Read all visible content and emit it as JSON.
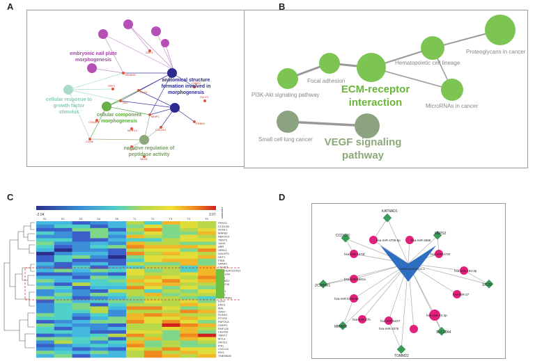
{
  "panel_labels": {
    "a": "A",
    "b": "B",
    "c": "C",
    "d": "D"
  },
  "panel_a": {
    "clusters": {
      "nail": "embryonic nail plate morphogenesis",
      "anat": "anatomical structure formation involved in morphogenesis",
      "resp": "cellular response to growth factor stimulus",
      "comp": "cellular component morphogenesis",
      "neg": "negative regulation of peptidase activity"
    },
    "genes": [
      "SEMA3C",
      "PAX6",
      "TNC",
      "MMP1",
      "LAMC2",
      "ERBB3",
      "COL4A1",
      "SPP1",
      "CDH6",
      "FOXP1",
      "SDF4",
      "NKX6",
      "CRABP2",
      "SULF1",
      "MMP13",
      "KRT4",
      "SOSTDC1",
      "SERPINA3",
      "WFDC2",
      "SLPI",
      "VEGFC",
      "DKK1"
    ]
  },
  "panel_b": {
    "nodes": {
      "pi3k": "PI3K-Akt signaling pathway",
      "focal": "Focal adhesion",
      "ecm": "ECM-receptor interaction",
      "hema": "Hematopoietic cell lineage",
      "proteo": "Proteoglycans in cancer",
      "mirna": "MicroRNAs in cancer",
      "sclc": "Small cell lung cancer",
      "vegf": "VEGF signaling pathway"
    }
  },
  "panel_c": {
    "scale_min": "-2.04",
    "scale_max": "2.07",
    "corner_label": "rowname",
    "columns": [
      "S1",
      "S2",
      "S3",
      "S4",
      "S5",
      "T1",
      "T2",
      "T3",
      "T4",
      "T5"
    ],
    "rows": [
      "PRSS1",
      "CCDC80",
      "SCML1",
      "MAFB3",
      "RBFOX3",
      "TNNT3",
      "TPPP",
      "ABR",
      "OBSL1",
      "GALNT5",
      "DET1",
      "PIDD",
      "SPARC",
      "C2orf15",
      "NONHSAT197031.1",
      "SLC12A4",
      "THY1",
      "TOMM22",
      "CCDC36",
      "TEK",
      "KRIT1",
      "RBP2",
      "SERPINA3",
      "KLF4",
      "ERO1",
      "MAL",
      "GAS7",
      "RUNX1",
      "PTGS2",
      "PAPOLA",
      "CNDP2",
      "RNF125",
      "C8orf33",
      "TNNT2",
      "MYL8",
      "ONTE1",
      "IPKL",
      "CXCL14",
      "IRX2",
      "TMEM52B"
    ]
  },
  "panel_d": {
    "hub": "NONHSAT197031.1",
    "mirnas": [
      "hsa-miR-4706-5p",
      "hsa-miR-4668",
      "hsa-miR-1273f",
      "hsa-miR-4720",
      "hsa-miR-5681a",
      "hsa-miR-193-3p",
      "hsa-miR-5196-5p",
      "hsa-miR-27",
      "hsa-miR-27b",
      "hsa-miR-24-3p",
      "hsa-miR-3276",
      "hsa-miR-5227"
    ],
    "targets": [
      "KATNAD1",
      "CCDC36",
      "REPS2",
      "ZCWPW1",
      "SIC29",
      "MMAD1",
      "SLC12A4",
      "TOMM22"
    ]
  }
}
